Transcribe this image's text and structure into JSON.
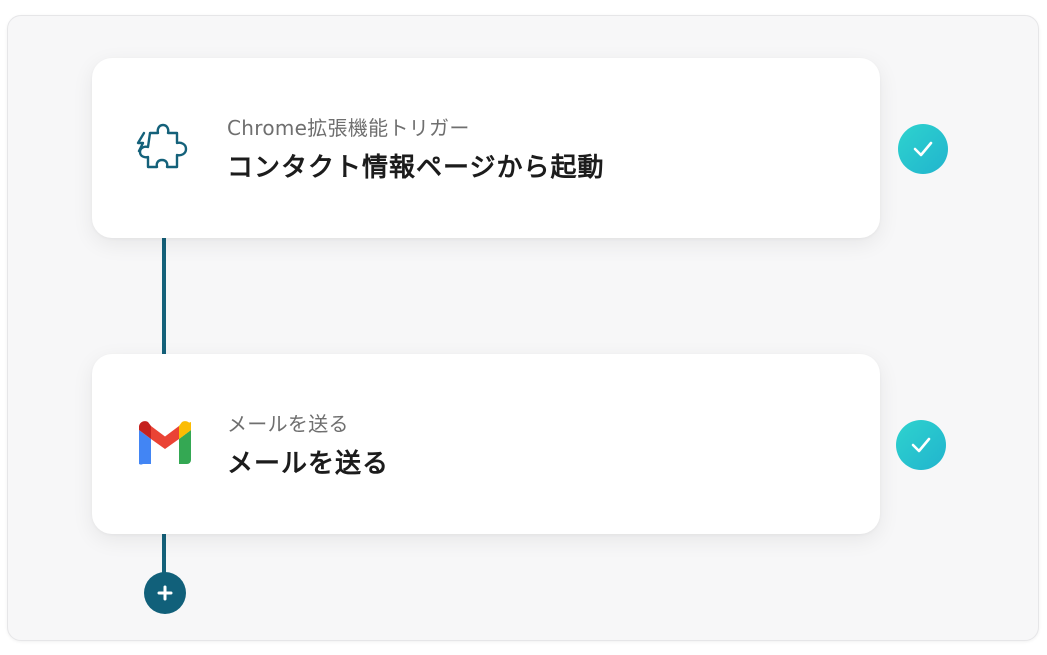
{
  "colors": {
    "accent": "#14617a",
    "check_start": "#2ed3cf",
    "check_end": "#21b4cd"
  },
  "steps": [
    {
      "icon": "puzzle-icon",
      "subtitle": "Chrome拡張機能トリガー",
      "title": "コンタクト情報ページから起動",
      "status_icon": "check-icon"
    },
    {
      "icon": "gmail-icon",
      "subtitle": "メールを送る",
      "title": "メールを送る",
      "status_icon": "check-icon"
    }
  ],
  "add_button": {
    "icon": "plus-icon"
  }
}
